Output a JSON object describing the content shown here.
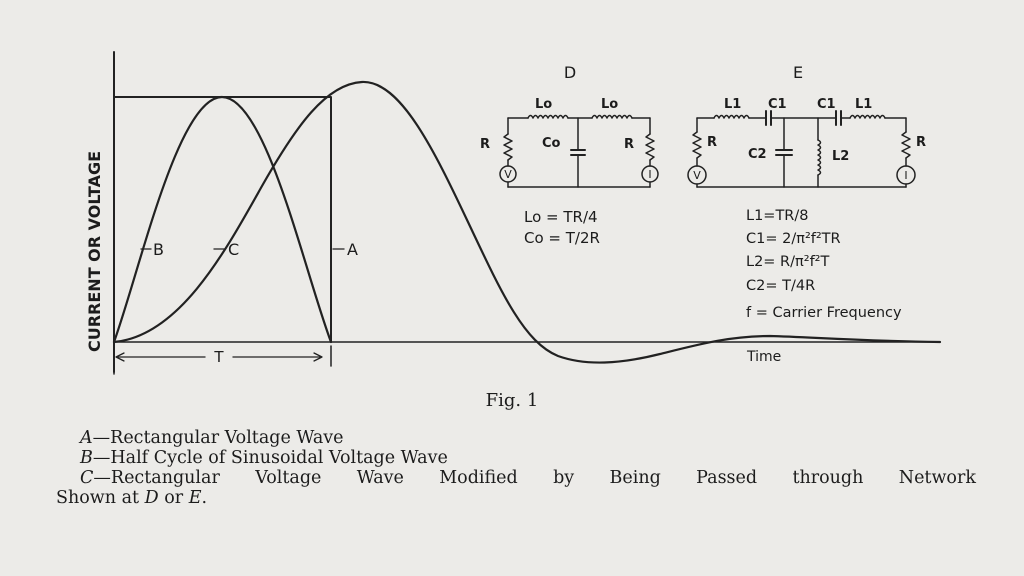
{
  "diagram": {
    "y_axis_label": "CURRENT OR VOLTAGE",
    "x_axis_label": "Time",
    "period_label": "T",
    "curve_labels": {
      "a": "A",
      "b": "B",
      "c": "C"
    },
    "network_d": {
      "title": "D",
      "components": {
        "inductor_left": "Lo",
        "inductor_right": "Lo",
        "capacitor": "Co",
        "resistor_left": "R",
        "resistor_right": "R",
        "voltage_source": "V",
        "current_meter": "I"
      },
      "formulas": [
        "Lo = TR/4",
        "Co = T/2R"
      ]
    },
    "network_e": {
      "title": "E",
      "components": {
        "inductor_left": "L1",
        "capacitor_left": "C1",
        "capacitor_right": "C1",
        "inductor_right": "L1",
        "resistor_left": "R",
        "resistor_right": "R",
        "shunt_capacitor": "C2",
        "shunt_inductor": "L2",
        "voltage_source": "V",
        "current_meter": "I"
      },
      "formulas": [
        "L1=TR/8",
        "C1= 2/π²f²TR",
        "L2= R/π²f²T",
        "C2= T/4R",
        "f = Carrier Frequency"
      ]
    }
  },
  "caption": {
    "figure": "Fig. 1",
    "legend": {
      "a_letter": "A",
      "a_text": "—Rectangular Voltage Wave",
      "b_letter": "B",
      "b_text": "—Half Cycle of Sinusoidal Voltage Wave",
      "c_letter": "C",
      "c_words": [
        "—Rectangular",
        "Voltage",
        "Wave",
        "Modified",
        "by",
        "Being",
        "Passed",
        "through",
        "Network"
      ],
      "c_tail_prefix": "Shown at ",
      "c_tail_d": "D",
      "c_tail_mid": " or ",
      "c_tail_e": "E",
      "c_tail_suffix": "."
    }
  }
}
